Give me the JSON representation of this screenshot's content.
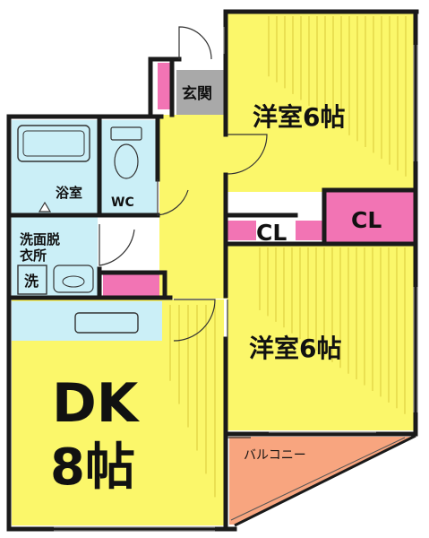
{
  "rooms": {
    "western_room_top": "洋室6帖",
    "western_room_bottom": "洋室6帖",
    "entrance": "玄関",
    "bathroom": "浴室",
    "toilet": "WC",
    "washroom_line1": "洗面脱",
    "washroom_line2": "衣所",
    "washer": "洗",
    "closet_left": "CL",
    "closet_right": "CL",
    "balcony": "バルコニー",
    "dk_line1": "DK",
    "dk_line2": "8帖"
  },
  "colors": {
    "room_fill": "#FBF76A",
    "wet_fill": "#CBEFF7",
    "closet_fill": "#F274B4",
    "entrance_fill": "#A9A9A9",
    "balcony_fill": "#F8A57F",
    "wall": "#1a1a1a",
    "window": "#7f7f7f",
    "hatch": "#d9c93a"
  }
}
